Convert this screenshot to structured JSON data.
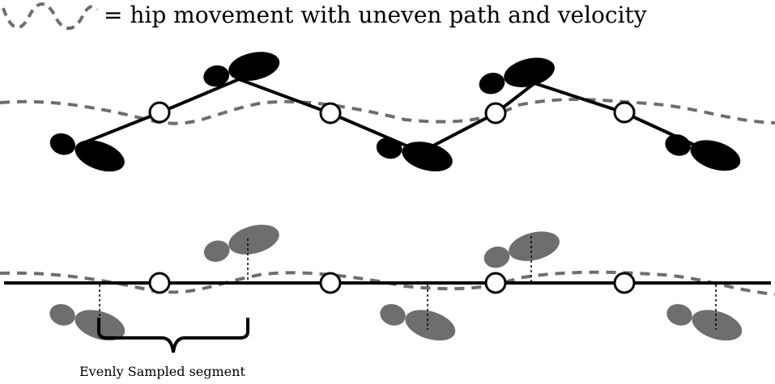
{
  "legend": {
    "text": "= hip movement with uneven path and velocity",
    "hip_line_color": "#6e6e6e"
  },
  "caption": "Evenly Sampled segment",
  "colors": {
    "foot_top": "#000000",
    "foot_bottom": "#6e6e6e",
    "path_line": "#000000",
    "node_fill": "#ffffff"
  },
  "panels": [
    {
      "name": "uneven-footstep-path",
      "footprints": 5,
      "nodes": 4
    },
    {
      "name": "evenly-sampled-path",
      "footprints": 5,
      "nodes": 4
    }
  ]
}
